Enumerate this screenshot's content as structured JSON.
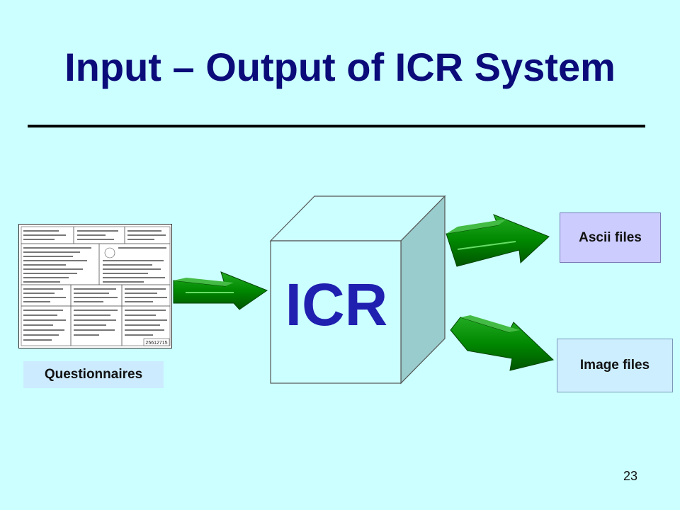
{
  "title": "Input – Output of ICR System",
  "labels": {
    "questionnaires": "Questionnaires",
    "icr": "ICR",
    "ascii_files": "Ascii files",
    "image_files": "Image files"
  },
  "form_image": {
    "serial_number": "25612715"
  },
  "page_number": "23",
  "colors": {
    "background": "#ccffff",
    "title": "#0b0b7a",
    "icr_text": "#1f1fb0",
    "cube_front": "#ccffff",
    "cube_side": "#99cccc",
    "arrow": "#007700"
  }
}
